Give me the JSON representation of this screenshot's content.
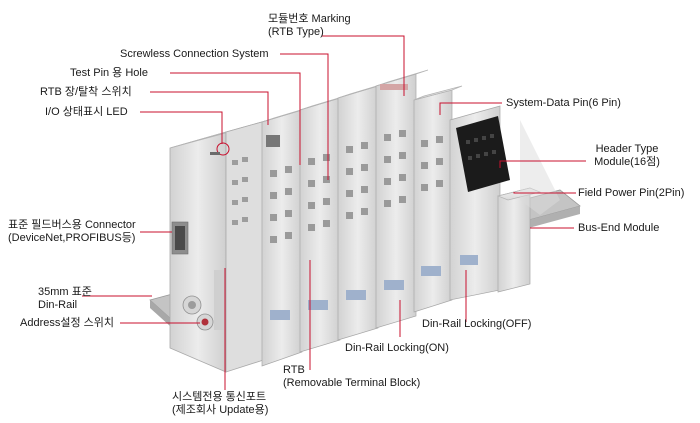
{
  "colors": {
    "leader": "#c8102e",
    "module_body": "#e3e3e3",
    "module_shade": "#c9c9c9",
    "label_text": "#1a1a1a",
    "header_block": "#1b1b1b",
    "rail": "#b9b9b9"
  },
  "callouts": {
    "marking": {
      "line1": "모듈번호 Marking",
      "line2": "(RTB Type)"
    },
    "screwless": {
      "line1": "Screwless Connection System"
    },
    "test_pin": {
      "line1": "Test Pin 용 Hole"
    },
    "rtb_switch": {
      "line1": "RTB 장/탈착 스위치"
    },
    "io_led": {
      "line1": "I/O 상태표시 LED"
    },
    "system_data_pin": {
      "line1": "System-Data Pin(6 Pin)"
    },
    "header_module": {
      "line1": "Header Type",
      "line2": "Module(16점)"
    },
    "field_power_pin": {
      "line1": "Field Power Pin(2Pin)"
    },
    "bus_end": {
      "line1": "Bus-End Module"
    },
    "fieldbus_connector": {
      "line1": "표준 필드버스용 Connector",
      "line2": "(DeviceNet,PROFIBUS등)"
    },
    "din_rail": {
      "line1": "35mm 표준",
      "line2": "Din-Rail"
    },
    "address_switch": {
      "line1": "Address설정 스위치"
    },
    "din_lock_off": {
      "line1": "Din-Rail Locking(OFF)"
    },
    "din_lock_on": {
      "line1": "Din-Rail Locking(ON)"
    },
    "rtb": {
      "line1": "RTB",
      "line2": "(Removable Terminal Block)"
    },
    "system_port": {
      "line1": "시스템전용 통신포트",
      "line2": "(제조회사 Update용)"
    }
  }
}
